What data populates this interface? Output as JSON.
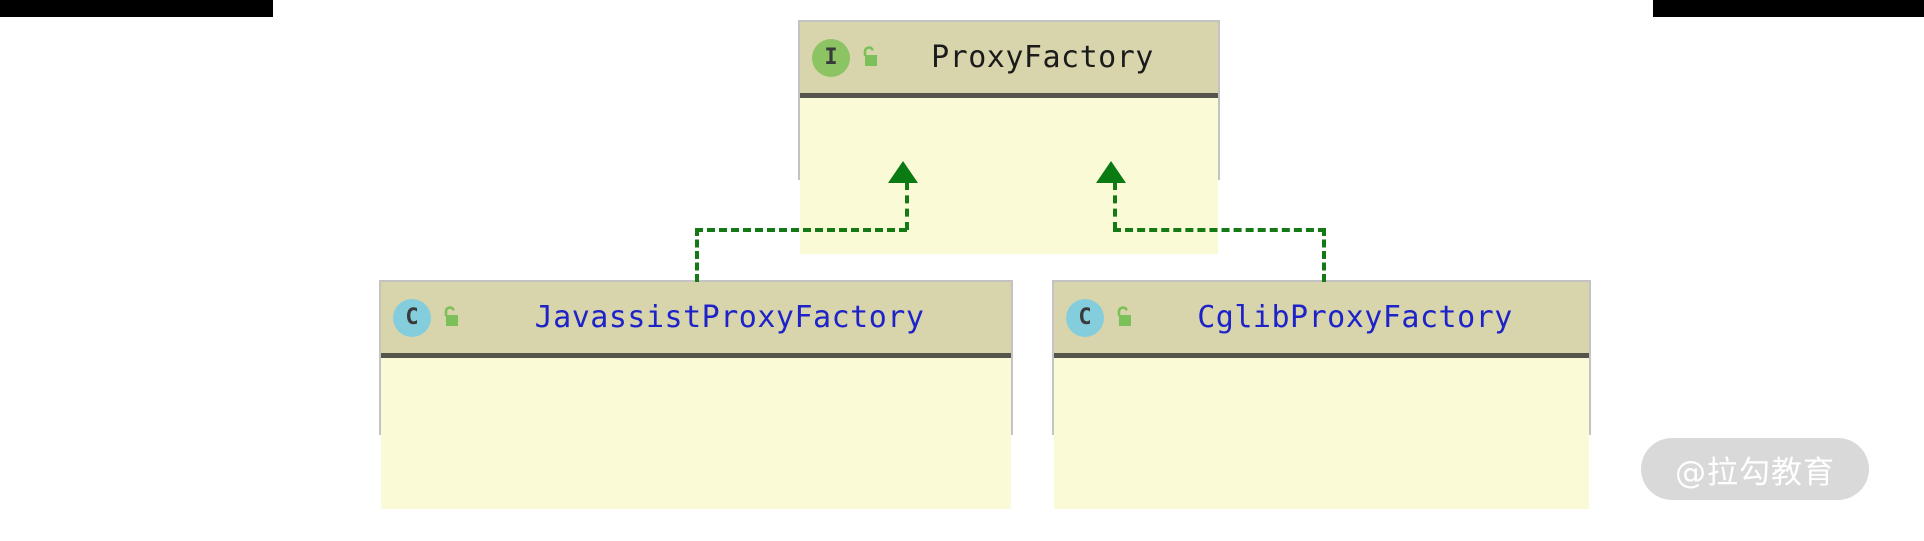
{
  "diagram": {
    "type": "uml-class-diagram",
    "relationship": "realization",
    "relationship_line_color": "#157a15",
    "parent": {
      "name": "ProxyFactory",
      "stereotype": "I",
      "stereotype_meaning": "interface",
      "stereotype_color": "#8cc363",
      "visibility_icon": "unlocked-padlock-icon",
      "visibility": "public",
      "header_color": "#d8d5ac",
      "body_color": "#fafad7",
      "title_color": "#1b1b1b",
      "members": ""
    },
    "children": [
      {
        "name": "JavassistProxyFactory",
        "stereotype": "C",
        "stereotype_meaning": "class",
        "stereotype_color": "#83cddd",
        "visibility_icon": "unlocked-padlock-icon",
        "visibility": "public",
        "header_color": "#d8d5ac",
        "body_color": "#fafad7",
        "title_color": "#1d23c8",
        "members": ""
      },
      {
        "name": "CglibProxyFactory",
        "stereotype": "C",
        "stereotype_meaning": "class",
        "stereotype_color": "#83cddd",
        "visibility_icon": "unlocked-padlock-icon",
        "visibility": "public",
        "header_color": "#d8d5ac",
        "body_color": "#fafad7",
        "title_color": "#1d23c8",
        "members": ""
      }
    ]
  },
  "watermark": {
    "text": "@拉勾教育",
    "pill_color": "#d6d6d6",
    "text_color": "#ffffff"
  }
}
